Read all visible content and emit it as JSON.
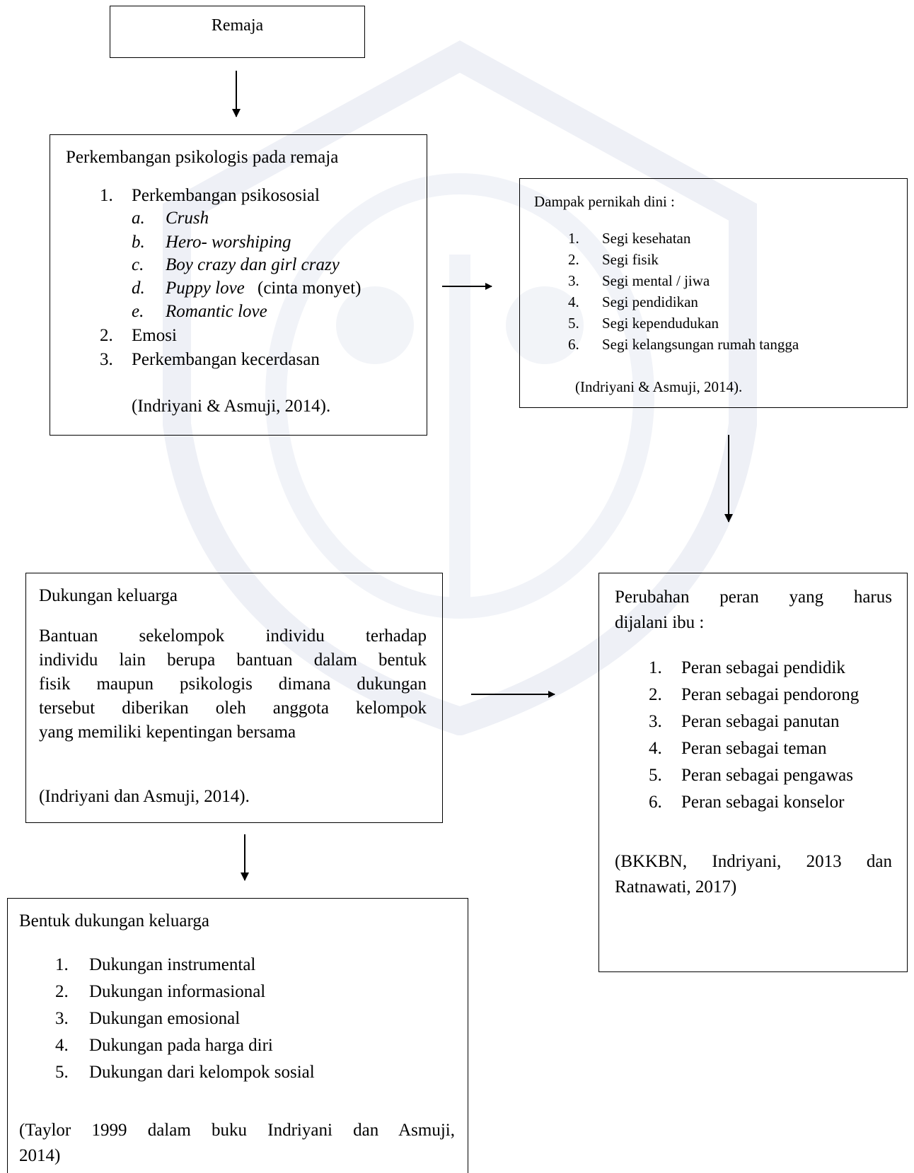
{
  "watermark": {
    "color": "#eef0f6"
  },
  "remaja": {
    "title": "Remaja"
  },
  "psikologis": {
    "title": "Perkembangan psikologis pada remaja",
    "items": [
      {
        "num": "1.",
        "label": "Perkembangan psikososial"
      },
      {
        "num": "2.",
        "label": "Emosi"
      },
      {
        "num": "3.",
        "label": "Perkembangan kecerdasan"
      }
    ],
    "sub": [
      {
        "letter": "a.",
        "label": "Crush"
      },
      {
        "letter": "b.",
        "label": "Hero- worshiping"
      },
      {
        "letter": "c.",
        "label": "Boy crazy dan girl crazy"
      },
      {
        "letter": "d.",
        "label": "Puppy love",
        "note": "(cinta monyet)"
      },
      {
        "letter": "e.",
        "label": "Romantic love"
      }
    ],
    "citation": "(Indriyani & Asmuji, 2014)."
  },
  "dampak": {
    "title": "Dampak pernikah dini :",
    "items": [
      {
        "num": "1.",
        "label": "Segi kesehatan"
      },
      {
        "num": "2.",
        "label": "Segi fisik"
      },
      {
        "num": "3.",
        "label": "Segi mental / jiwa"
      },
      {
        "num": "4.",
        "label": "Segi pendidikan"
      },
      {
        "num": "5.",
        "label": "Segi kependudukan"
      },
      {
        "num": "6.",
        "label": "Segi kelangsungan rumah tangga"
      }
    ],
    "citation": "(Indriyani & Asmuji, 2014)."
  },
  "dukungan": {
    "title": "Dukungan keluarga",
    "lines": [
      "Bantuan sekelompok individu terhadap",
      "individu lain berupa bantuan dalam bentuk",
      "fisik maupun psikologis dimana dukungan",
      "tersebut diberikan oleh anggota kelompok",
      "yang memiliki kepentingan bersama"
    ],
    "citation": "(Indriyani dan Asmuji, 2014)."
  },
  "peran": {
    "title_line1": "Perubahan peran yang harus",
    "title_line2": "dijalani ibu  :",
    "items": [
      {
        "num": "1.",
        "label": "Peran sebagai pendidik"
      },
      {
        "num": "2.",
        "label": "Peran sebagai pendorong"
      },
      {
        "num": "3.",
        "label": "Peran sebagai panutan"
      },
      {
        "num": "4.",
        "label": "Peran sebagai teman"
      },
      {
        "num": "5.",
        "label": "Peran sebagai pengawas"
      },
      {
        "num": "6.",
        "label": "Peran sebagai konselor"
      }
    ],
    "citation_line1": "(BKKBN, Indriyani, 2013 dan",
    "citation_line2": "Ratnawati, 2017)"
  },
  "bentuk": {
    "title": "Bentuk dukungan keluarga",
    "items": [
      {
        "num": "1.",
        "label": "Dukungan instrumental"
      },
      {
        "num": "2.",
        "label": "Dukungan informasional"
      },
      {
        "num": "3.",
        "label": "Dukungan emosional"
      },
      {
        "num": "4.",
        "label": "Dukungan pada harga diri"
      },
      {
        "num": "5.",
        "label": "Dukungan dari kelompok sosial"
      }
    ],
    "citation_line1": "(Taylor 1999 dalam buku Indriyani dan Asmuji,",
    "citation_line2": "2014)"
  }
}
